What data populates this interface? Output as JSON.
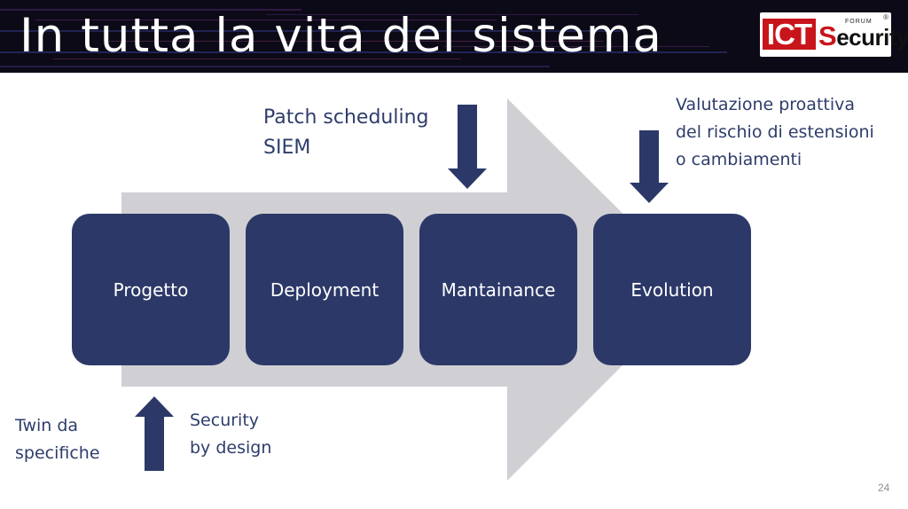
{
  "slide": {
    "title": "In tutta la vita del sistema",
    "number": "24"
  },
  "logo": {
    "part1": "ICT",
    "part2_initial": "S",
    "part2_rest": "ecurity",
    "forum": "FORUM",
    "registered": "®"
  },
  "steps": [
    {
      "label": "Progetto"
    },
    {
      "label": "Deployment"
    },
    {
      "label": "Mantainance"
    },
    {
      "label": "Evolution"
    }
  ],
  "annotations": {
    "patch": [
      "Patch scheduling",
      "SIEM"
    ],
    "valutazione": [
      "Valutazione proattiva",
      "del rischio di estensioni",
      "o cambiamenti"
    ],
    "twin": [
      "Twin da",
      "specifiche"
    ],
    "security": [
      "Security",
      "by design"
    ]
  },
  "colors": {
    "box": "#2c3968",
    "arrow_small": "#2c3968",
    "arrow_big": "#d0d0d4",
    "text": "#2e3d6b",
    "header_bg": "#0c0a16",
    "logo_red": "#c8151b"
  }
}
